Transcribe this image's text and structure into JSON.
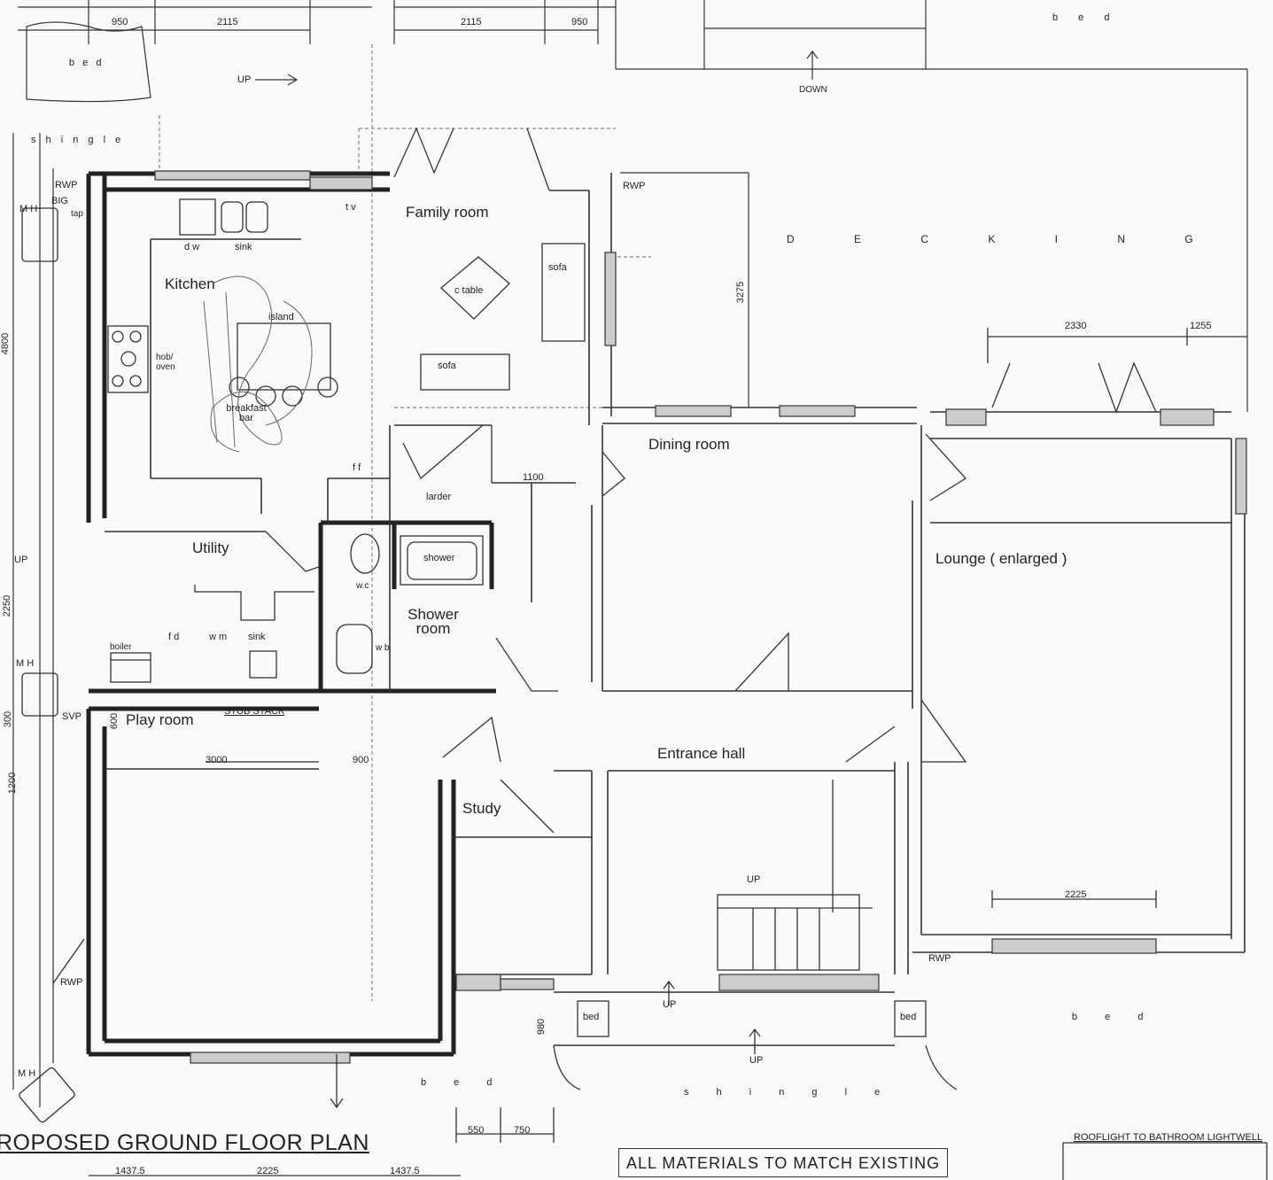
{
  "title": "ROPOSED GROUND FLOOR PLAN",
  "note": "ALL MATERIALS TO MATCH EXISTING",
  "rooflight_note": "ROOFLIGHT TO BATHROOM LIGHTWELL",
  "rooms": {
    "family_room": "Family room",
    "kitchen": "Kitchen",
    "utility": "Utility",
    "dining_room": "Dining room",
    "lounge": "Lounge ( enlarged )",
    "shower_room": "Shower room",
    "play_room": "Play room",
    "entrance_hall": "Entrance hall",
    "study": "Study"
  },
  "fixtures": {
    "dw": "d w",
    "sink_kitchen": "sink",
    "island": "island",
    "hob_oven": "hob/ oven",
    "breakfast_bar": "breakfast bar",
    "c_table": "c table",
    "sofa_1": "sofa",
    "sofa_2": "sofa",
    "tv": "t v",
    "ff": "f f",
    "larder": "larder",
    "shower": "shower",
    "wc": "w.c",
    "wb": "w b",
    "fd": "f d",
    "wm": "w m",
    "sink_utility": "sink",
    "boiler": "boiler",
    "stub_stack": "STUB STACK",
    "svp": "SVP"
  },
  "landscape": {
    "bed_top_left": "b e d",
    "bed_top_right": "b e d",
    "shingle_top": "s h i n g l e",
    "decking": "D  E  C  K  I  N  G",
    "down": "DOWN",
    "bed_bottom_right": "b e d",
    "bed_bottom_center": "b e d",
    "shingle_bottom": "s h i n g l e",
    "bed_box_left": "bed",
    "bed_box_right": "bed"
  },
  "markers": {
    "up_top": "UP",
    "up_left": "UP",
    "up_stair": "UP",
    "up_porch": "UP",
    "up_path": "UP",
    "rwp_1": "RWP",
    "rwp_2": "RWP",
    "rwp_3": "RWP",
    "rwp_4": "RWP",
    "big": "BIG",
    "tap": "tap",
    "mh_1": "M H",
    "mh_2": "M H",
    "mh_3": "M H"
  },
  "dimensions": {
    "d950_left": "950",
    "d2115_left": "2115",
    "d2115_right": "2115",
    "d950_right": "950",
    "d4800": "4800",
    "d3275": "3275",
    "d2330": "2330",
    "d1255": "1255",
    "d1100": "1100",
    "d600": "600",
    "d3000": "3000",
    "d900": "900",
    "d1200": "1200",
    "d2225_lounge": "2225",
    "d980": "980",
    "d550": "550",
    "d750": "750",
    "d1437_a": "1437.5",
    "d2225_bottom": "2225",
    "d1437_b": "1437.5",
    "d2250": "2250",
    "d300": "300"
  }
}
